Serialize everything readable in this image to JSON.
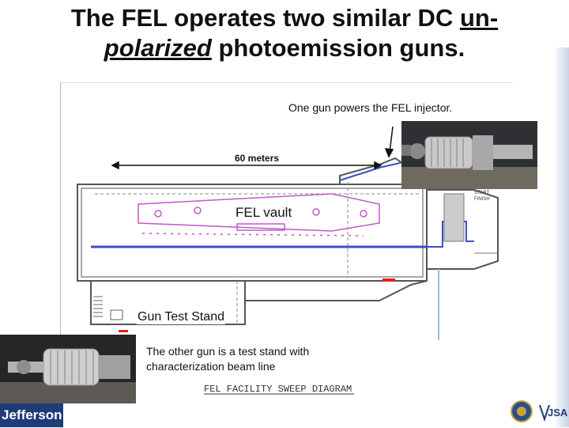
{
  "slide": {
    "title_part1": "The FEL operates two similar DC ",
    "title_underlined": "un-",
    "title_underlined_italic": "polarized",
    "title_part2": " photoemission guns."
  },
  "diagram": {
    "injector_caption": "One gun powers the FEL injector.",
    "distance_label": "60 meters",
    "vault_label": "FEL vault",
    "test_stand_label": "Gun Test Stand",
    "other_gun_caption_line1": "The other gun is a test stand with",
    "other_gun_caption_line2": "characterization beam line",
    "diagram_caption": "FEL FACILITY SWEEP DIAGRAM",
    "start_label": "START",
    "finish_label": "FINISH"
  },
  "footer": {
    "logo_text": "Jefferson",
    "jsa_text": "JSA"
  },
  "colors": {
    "beamline": "#3a4fc7",
    "wiggler": "#c05ac8",
    "wall": "#555555",
    "accent_red": "#e02020"
  }
}
